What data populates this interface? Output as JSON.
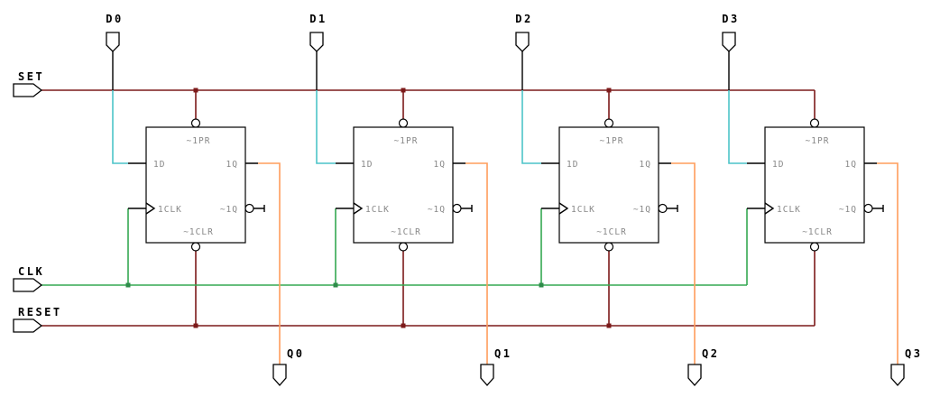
{
  "ports": {
    "set": "SET",
    "clk": "CLK",
    "reset": "RESET",
    "d": [
      "D0",
      "D1",
      "D2",
      "D3"
    ],
    "q": [
      "Q0",
      "Q1",
      "Q2",
      "Q3"
    ]
  },
  "flipflop_pins": {
    "pr": "~1PR",
    "d": "1D",
    "q": "1Q",
    "clk": "1CLK",
    "qbar": "~1Q",
    "clr": "~1CLR"
  },
  "colors": {
    "set_wire": "#7c1a1a",
    "reset_wire": "#7c1a1a",
    "junction": "#7c1a1a",
    "clk_junction": "#2e8b4a",
    "d_wire": "#4cc4c8",
    "clk_wire": "#35a852",
    "q_wire": "#ff9d5c",
    "wire_black": "#000000",
    "pin_label": "#878787",
    "port_label": "#000000"
  }
}
